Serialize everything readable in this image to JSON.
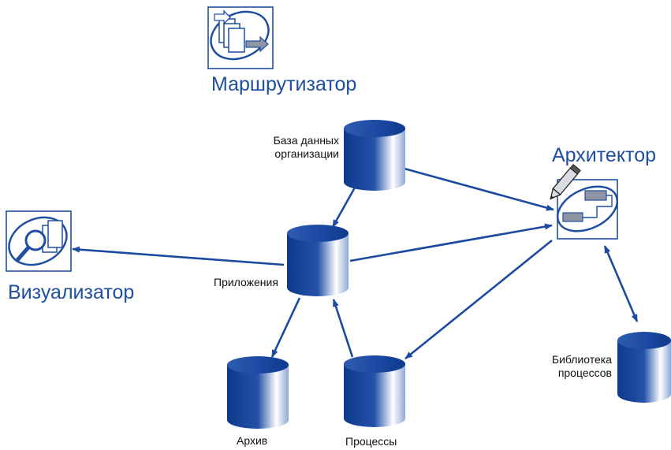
{
  "tools": {
    "router": {
      "label": "Маршрутизатор"
    },
    "visualizer": {
      "label": "Визуализатор"
    },
    "architect": {
      "label": "Архитектор"
    }
  },
  "databases": {
    "org_db": {
      "line1": "База данных",
      "line2": "организации"
    },
    "applications": {
      "label": "Приложения"
    },
    "archive": {
      "label": "Архив"
    },
    "processes": {
      "label": "Процессы"
    },
    "process_library": {
      "line1": "Библиотека",
      "line2": "процессов"
    }
  },
  "colors": {
    "accent": "#1f4fa0",
    "arrow": "#1b4aa0",
    "cylinder_dark": "#0b2f7a",
    "cylinder_light": "#ffffff",
    "text": "#111111"
  }
}
